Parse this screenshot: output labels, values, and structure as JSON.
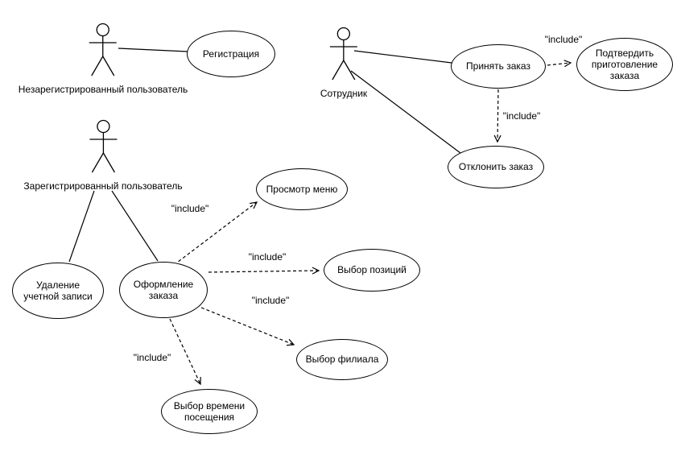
{
  "diagram": {
    "type": "uml-use-case",
    "include_label": "\"include\"",
    "actors": [
      {
        "id": "unregistered-user",
        "label": "Незарегистрированный пользователь"
      },
      {
        "id": "employee",
        "label": "Сотрудник"
      },
      {
        "id": "registered-user",
        "label": "Зарегистрированный пользователь"
      }
    ],
    "use_cases": [
      {
        "id": "registration",
        "label": "Регистрация"
      },
      {
        "id": "accept-order",
        "label": "Принять заказ"
      },
      {
        "id": "confirm-preparation",
        "label": "Подтвердить приготовление заказа"
      },
      {
        "id": "reject-order",
        "label": "Отклонить заказ"
      },
      {
        "id": "view-menu",
        "label": "Просмотр меню"
      },
      {
        "id": "select-items",
        "label": "Выбор позиций"
      },
      {
        "id": "select-branch",
        "label": "Выбор филиала"
      },
      {
        "id": "delete-account",
        "label": "Удаление учетной записи"
      },
      {
        "id": "place-order",
        "label": "Оформление заказа"
      },
      {
        "id": "select-visit-time",
        "label": "Выбор времени посещения"
      }
    ],
    "relations": [
      {
        "from": "Незарегистрированный пользователь",
        "to": "Регистрация",
        "type": "association"
      },
      {
        "from": "Сотрудник",
        "to": "Принять заказ",
        "type": "association"
      },
      {
        "from": "Сотрудник",
        "to": "Отклонить заказ",
        "type": "association"
      },
      {
        "from": "Принять заказ",
        "to": "Подтвердить приготовление заказа",
        "type": "include"
      },
      {
        "from": "Принять заказ",
        "to": "Отклонить заказ",
        "type": "include"
      },
      {
        "from": "Зарегистрированный пользователь",
        "to": "Удаление учетной записи",
        "type": "association"
      },
      {
        "from": "Зарегистрированный пользователь",
        "to": "Оформление заказа",
        "type": "association"
      },
      {
        "from": "Оформление заказа",
        "to": "Просмотр меню",
        "type": "include"
      },
      {
        "from": "Оформление заказа",
        "to": "Выбор позиций",
        "type": "include"
      },
      {
        "from": "Оформление заказа",
        "to": "Выбор филиала",
        "type": "include"
      },
      {
        "from": "Оформление заказа",
        "to": "Выбор времени посещения",
        "type": "include"
      }
    ]
  }
}
